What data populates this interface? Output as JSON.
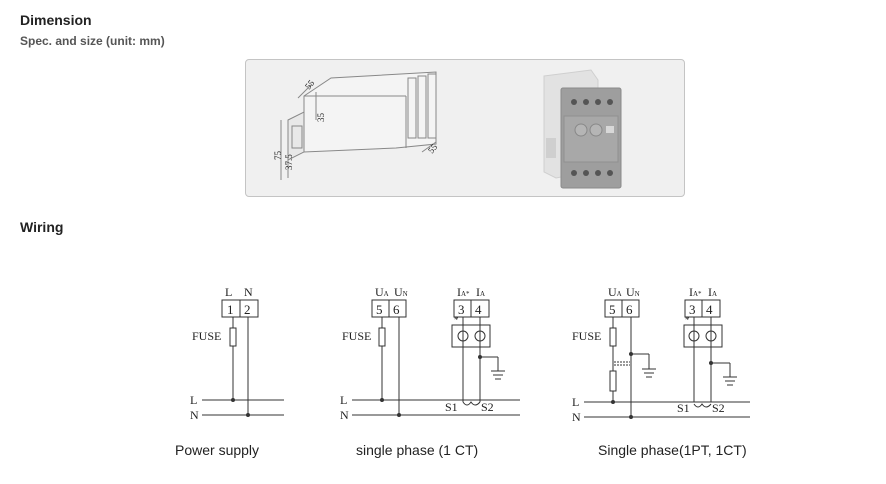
{
  "dimension": {
    "title": "Dimension",
    "subtitle": "Spec. and size (unit:  mm)",
    "drawing_labels": {
      "top_depth": "55",
      "rail_height": "35",
      "total_height": "75",
      "half_height": "37.5",
      "bottom_depth": "55"
    }
  },
  "wiring": {
    "title": "Wiring",
    "diagrams": [
      {
        "caption": "Power supply",
        "terminal_labels": [
          "L",
          "N"
        ],
        "terminal_numbers": [
          "1",
          "2"
        ],
        "fuse_label": "FUSE",
        "line_labels": [
          "L",
          "N"
        ]
      },
      {
        "caption": "single phase (1 CT)",
        "voltage_labels": [
          "U",
          "U"
        ],
        "voltage_subs": [
          "A",
          "N"
        ],
        "voltage_numbers": [
          "5",
          "6"
        ],
        "current_labels": [
          "I",
          "I"
        ],
        "current_subs": [
          "A*",
          "A"
        ],
        "current_numbers": [
          "3",
          "4"
        ],
        "fuse_label": "FUSE",
        "line_labels": [
          "L",
          "N"
        ],
        "ct_labels": [
          "S1",
          "S2"
        ]
      },
      {
        "caption": "Single phase(1PT, 1CT)",
        "voltage_labels": [
          "U",
          "U"
        ],
        "voltage_subs": [
          "A",
          "N"
        ],
        "voltage_numbers": [
          "5",
          "6"
        ],
        "current_labels": [
          "I",
          "I"
        ],
        "current_subs": [
          "A*",
          "A"
        ],
        "current_numbers": [
          "3",
          "4"
        ],
        "fuse_label": "FUSE",
        "line_labels": [
          "L",
          "N"
        ],
        "ct_labels": [
          "S1",
          "S2"
        ]
      }
    ]
  }
}
